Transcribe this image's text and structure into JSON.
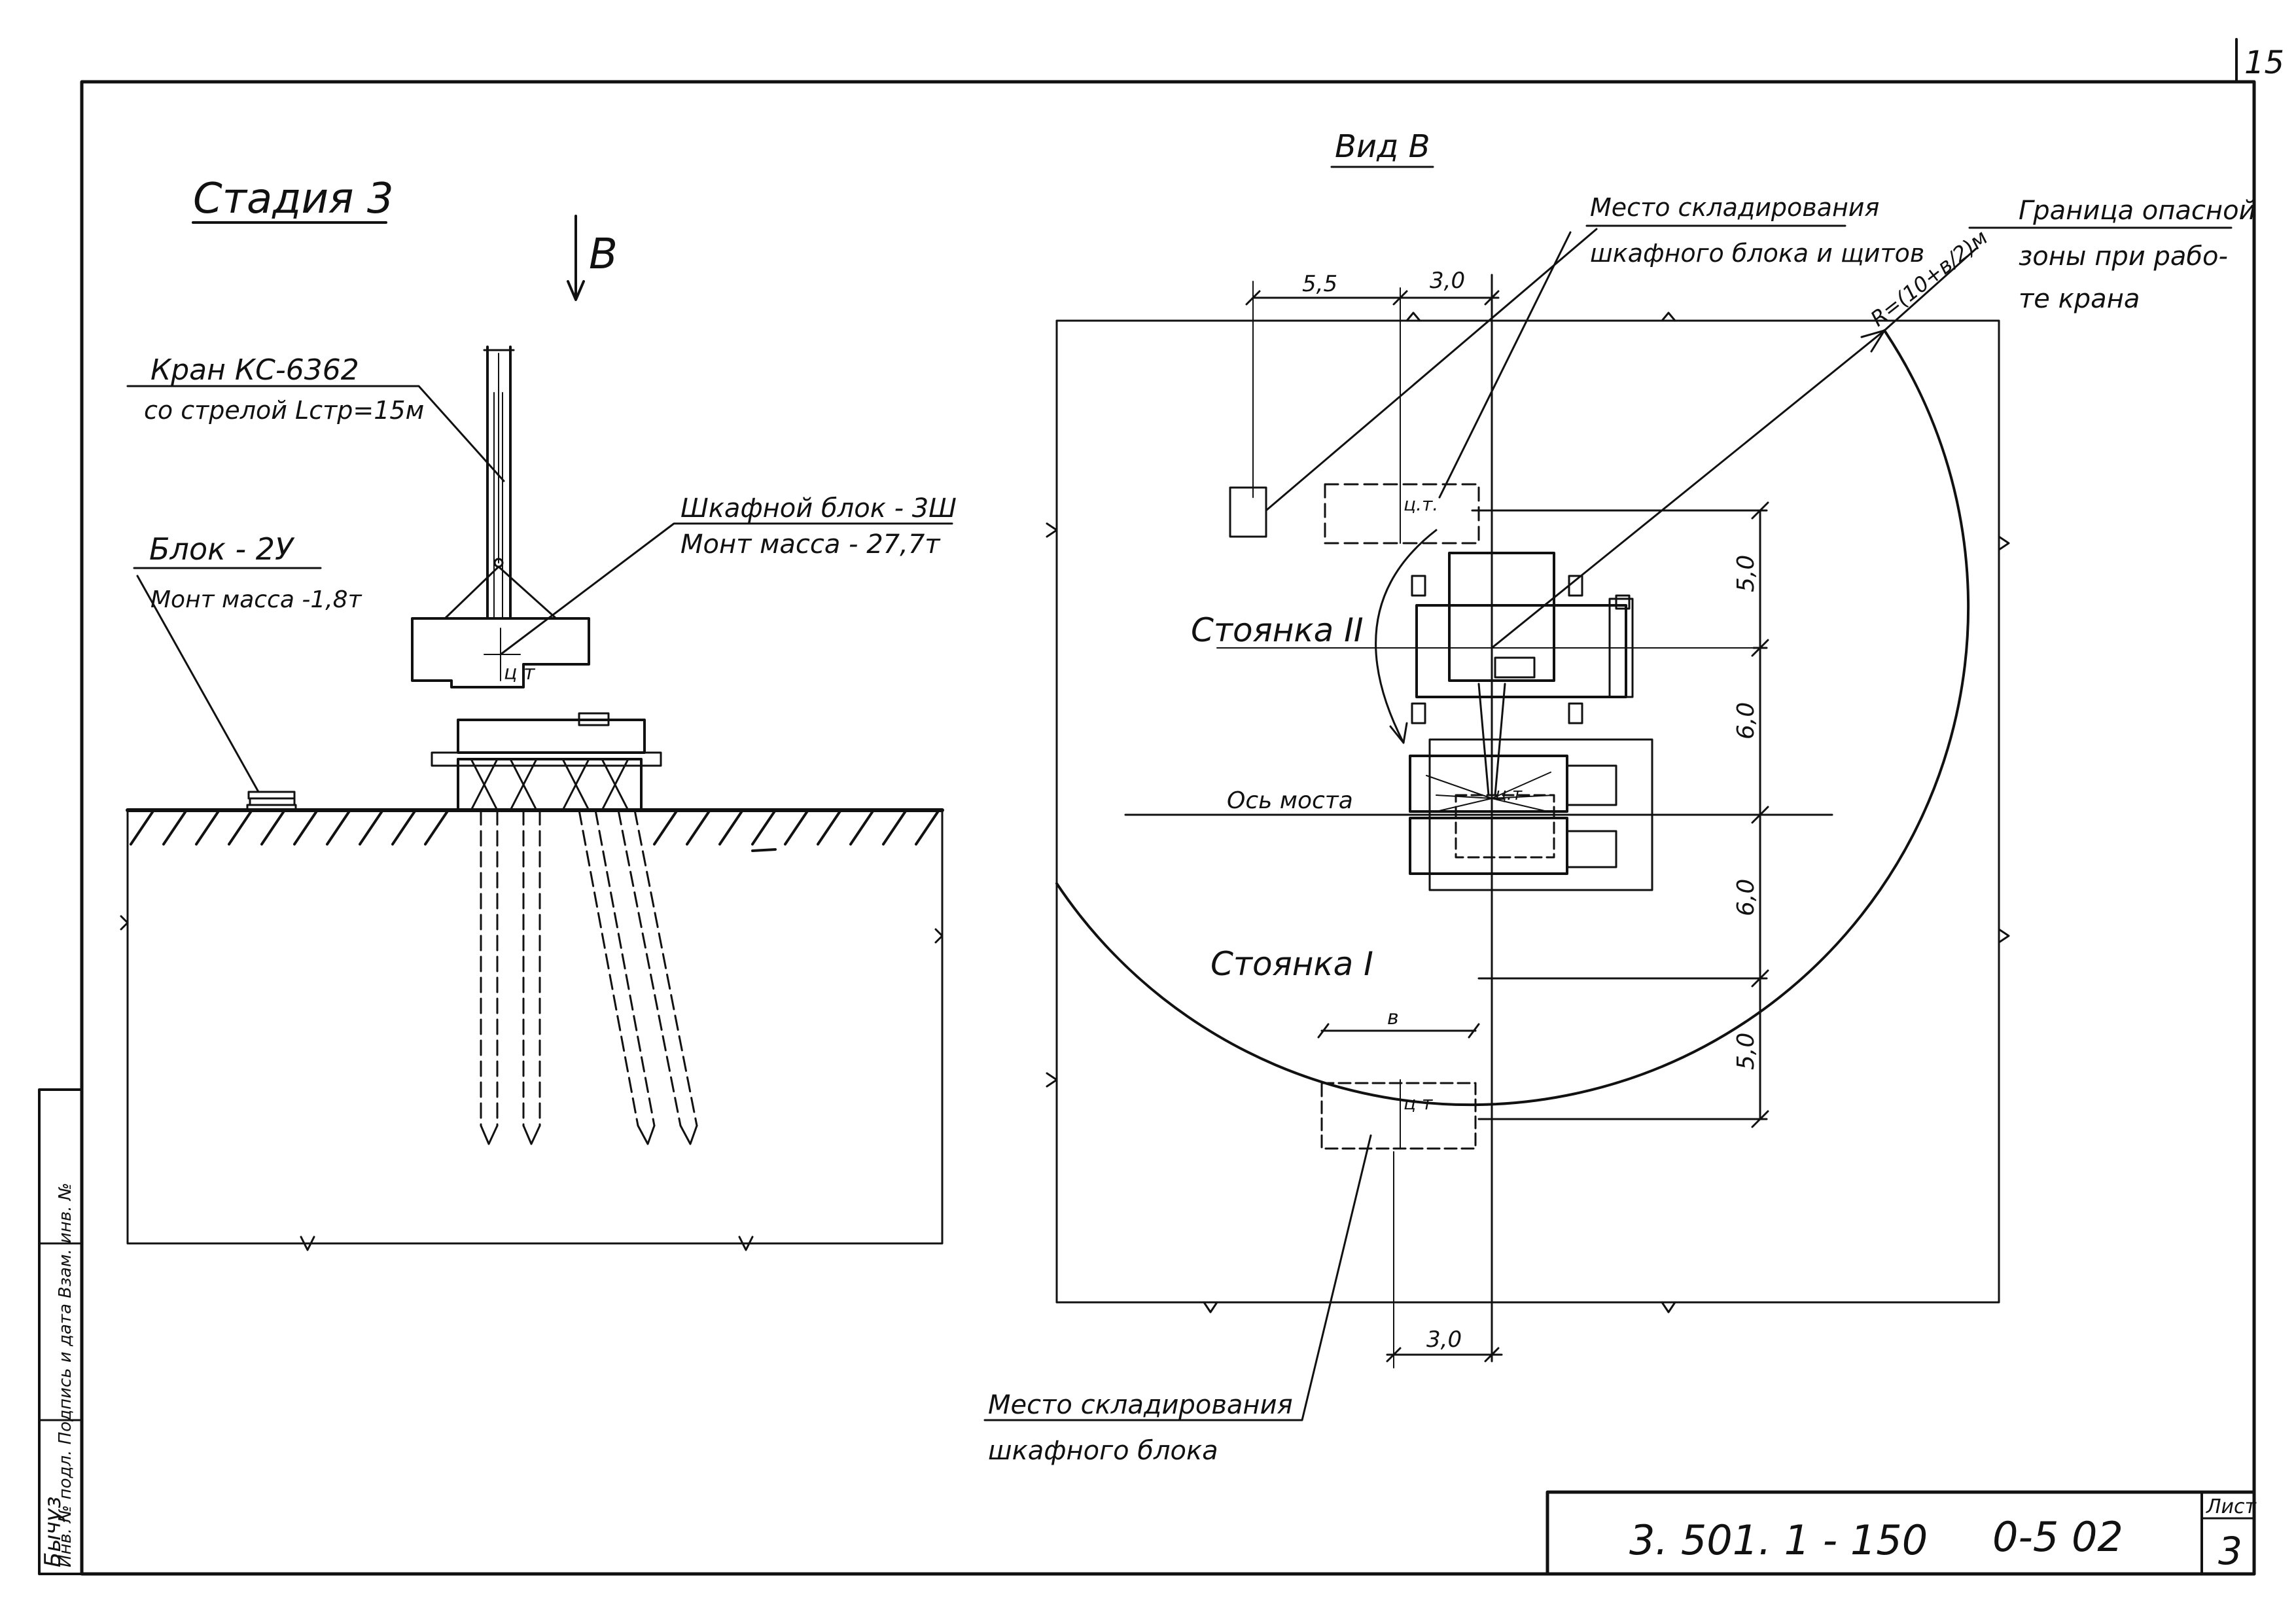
{
  "sheet": {
    "page_corner_number": "15",
    "stage_title": "Стадия 3",
    "view_arrow_label": "B",
    "view_title": "Вид В"
  },
  "elevation": {
    "crane_label": "Кран КС-6362",
    "crane_boom": "со стрелой Lстр=15м",
    "block_label": "Блок - 2У",
    "block_mass": "Монт масса -1,8т",
    "cabinet_label": "Шкафной блок - 3Ш",
    "cabinet_mass": "Монт масса - 27,7т",
    "cg_mark": "ц т"
  },
  "plan": {
    "storage_top_line1": "Место складирования",
    "storage_top_line2": "шкафного блока и щитов",
    "danger_line1": "Граница опасной",
    "danger_line2": "зоны при рабо-",
    "danger_line3": "те крана",
    "radius_formula": "R=(10+в/2)м",
    "stop2_label": "Стоянка II",
    "stop1_label": "Стоянка I",
    "bridge_axis": "Ось моста",
    "storage_bottom_line1": "Место складирования",
    "storage_bottom_line2": "шкафного блока",
    "cg_mark_top": "ц.т.",
    "cg_mark_mid": "ц.т",
    "cg_mark_bottom": "ц т",
    "width_mark": "в",
    "dim_top_left": "5,5",
    "dim_top_right": "3,0",
    "dim_right_1": "5,0",
    "dim_right_2": "6,0",
    "dim_right_3": "6,0",
    "dim_right_4": "5,0",
    "dim_bottom": "3,0"
  },
  "titleblock": {
    "doc_code": "3. 501. 1 - 150",
    "doc_part": "0-5 02",
    "sheet_label": "Лист",
    "sheet_number": "3",
    "side_stamp": "Инв. № подл.  Подпись и дата  Взам. инв. №",
    "side_signature": "Бычуз"
  }
}
